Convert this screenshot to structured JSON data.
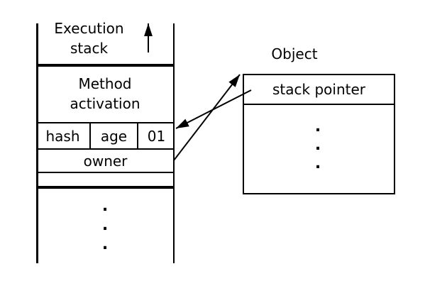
{
  "diagram": {
    "execution_stack": {
      "title": "Execution stack",
      "method_activation_label": "Method activation",
      "header_cells": [
        "hash",
        "age",
        "01"
      ],
      "owner_label": "owner",
      "dots": [
        ".",
        ".",
        "."
      ]
    },
    "object": {
      "title": "Object",
      "stack_pointer_label": "stack pointer",
      "dots": [
        ".",
        ".",
        "."
      ]
    },
    "colors": {
      "ink": "#000000",
      "background": "#ffffff"
    }
  }
}
